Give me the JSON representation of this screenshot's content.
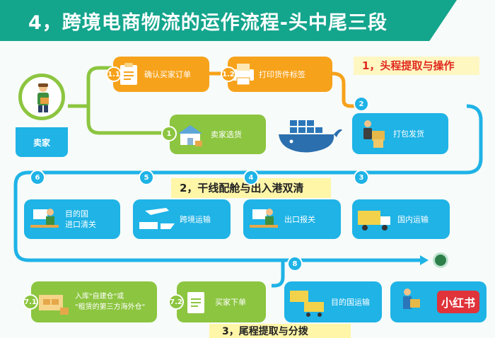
{
  "title": "4，跨境电商物流的运作流程-头中尾三段",
  "sections": {
    "s1": "1，头程提取与操作",
    "s2": "2，干线配舱与出入港双清",
    "s3": "3，尾程提取与分拨"
  },
  "seller": {
    "label": "卖家"
  },
  "steps": {
    "s1_1": {
      "badge": "1.1",
      "label": "确认买家订单"
    },
    "s1_2": {
      "badge": "1.2",
      "label": "打印货件标签"
    },
    "s1": {
      "badge": "1",
      "label": "卖家选货"
    },
    "s2": {
      "badge": "2",
      "label": "打包发货"
    },
    "s3": {
      "badge": "3",
      "label": "国内运输"
    },
    "s4": {
      "badge": "4",
      "label": "出口报关"
    },
    "s5": {
      "badge": "5",
      "label": "跨境运输"
    },
    "s6": {
      "badge": "6",
      "label": "目的国\n进口清关"
    },
    "s7_1": {
      "badge": "7.1",
      "label": "入库\"自建仓\"或\n\"租赁的第三方海外仓\""
    },
    "s7_2": {
      "badge": "7.2",
      "label": "买家下单"
    },
    "s8": {
      "badge": "8",
      "label": "目的国运输"
    },
    "s9": {
      "logo_text": "小红书"
    }
  }
}
